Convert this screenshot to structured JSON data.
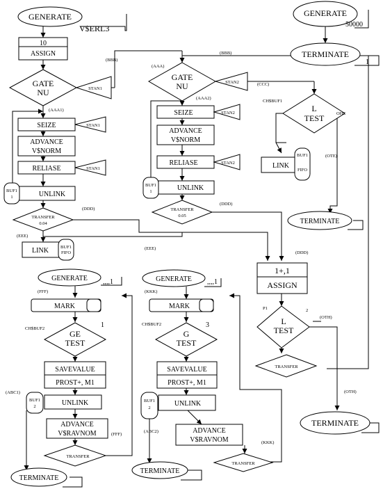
{
  "gen1": {
    "label": "GENERATE",
    "operand": "V$ERL3"
  },
  "assign10": {
    "top": "10",
    "bottom": "ASSIGN"
  },
  "gate1": {
    "line1": "GATE",
    "line2": "NU",
    "stan": "STAN1",
    "bbb": "(BBB)",
    "aaa1": "(AAA1)"
  },
  "seize1": {
    "label": "SEIZE",
    "stan": "STAN1"
  },
  "adv1": {
    "line1": "ADVANCE",
    "line2": "V$NORM"
  },
  "rel1": {
    "label": "RELIASE",
    "stan": "STAN1"
  },
  "buf1a": {
    "line1": "BUF1",
    "line2": "1"
  },
  "unlink1": {
    "label": "UNLINK"
  },
  "trans1": {
    "line1": "TRANSFER",
    "line2": "0.04",
    "ddd": "(DDD)",
    "eee": "(EEE)"
  },
  "link1": {
    "label": "LINK",
    "buf": "BUF1",
    "fifo": "FIFO",
    "eee": "(EEE)"
  },
  "gate2": {
    "aaa": "(AAA)",
    "bbb": "(BBB)",
    "line1": "GATE",
    "line2": "NU",
    "stan": "STAN2",
    "ccc": "(CCC)",
    "aaa2": "(AAA2)"
  },
  "seize2": {
    "label": "SEIZE",
    "stan": "STAN2"
  },
  "adv2": {
    "line1": "ADVANCE",
    "line2": "V$NORM"
  },
  "rel2": {
    "label": "RELIASE",
    "stan": "STAN2"
  },
  "buf1b": {
    "line1": "BUF1",
    "line2": "1"
  },
  "unlink2": {
    "label": "UNLINK"
  },
  "trans2": {
    "line1": "TRANSFER",
    "line2": "0.05",
    "ddd": "(DDD)"
  },
  "ltest1": {
    "pre": "CH$BUF1",
    "line1": "L",
    "line2": "TEST",
    "ohe": "OHE"
  },
  "link2": {
    "label": "LINK",
    "buf": "BUF1",
    "fifo": "FIFO",
    "ote": "(OTE)"
  },
  "term1": {
    "label": "TERMINATE"
  },
  "gen3": {
    "label": "GENERATE",
    "operand": "50000"
  },
  "term2": {
    "label": "TERMINATE",
    "operand": "1"
  },
  "assign11": {
    "ddd": "(DDD)",
    "top": "1+,1",
    "bottom": "ASSIGN"
  },
  "ltest2": {
    "pre": "P1",
    "two": "2",
    "oth": "(OTH)",
    "line1": "L",
    "line2": "TEST"
  },
  "trans3": {
    "label": "TRANSFER",
    "oth": "(OTH)"
  },
  "term3": {
    "label": "TERMINATE"
  },
  "gen4": {
    "label": "GENERATE",
    "operand": ",,,,1",
    "fff": "(FFF)"
  },
  "mark1": {
    "label": "MARK"
  },
  "ge1": {
    "pre": "CH$BUF2",
    "num": "1",
    "line1": "GE",
    "line2": "TEST"
  },
  "save1": {
    "label": "SAVEVALUE",
    "sub": "PROST+, M1"
  },
  "buf2a": {
    "line1": "BUF1",
    "line2": "2",
    "abc1": "(ABC1)"
  },
  "unlink3": {
    "label": "UNLINK"
  },
  "adv3": {
    "line1": "ADVANCE",
    "line2": "V$RAVNOM",
    "fff": "(FFF)"
  },
  "trans4": {
    "label": "TRANSFER"
  },
  "term4": {
    "label": "TERMINATE"
  },
  "gen5": {
    "label": "GENERATE",
    "operand": ",,,,1",
    "kkk": "(KKK)"
  },
  "mark2": {
    "label": "MARK"
  },
  "g2": {
    "pre": "CH$BUF2",
    "num": "3",
    "line1": "G",
    "line2": "TEST"
  },
  "save2": {
    "label": "SAVEVALUE",
    "sub": "PROST+, M1"
  },
  "buf2b": {
    "line1": "BUF1",
    "line2": "2",
    "abc2": "(ABC2)"
  },
  "unlink4": {
    "label": "UNLINK"
  },
  "adv4": {
    "line1": "ADVANCE",
    "line2": "V$RAVNOM",
    "kkk": "(KKK)"
  },
  "trans5": {
    "label": "TRANSFER"
  },
  "term5": {
    "label": "TERMINATE"
  }
}
